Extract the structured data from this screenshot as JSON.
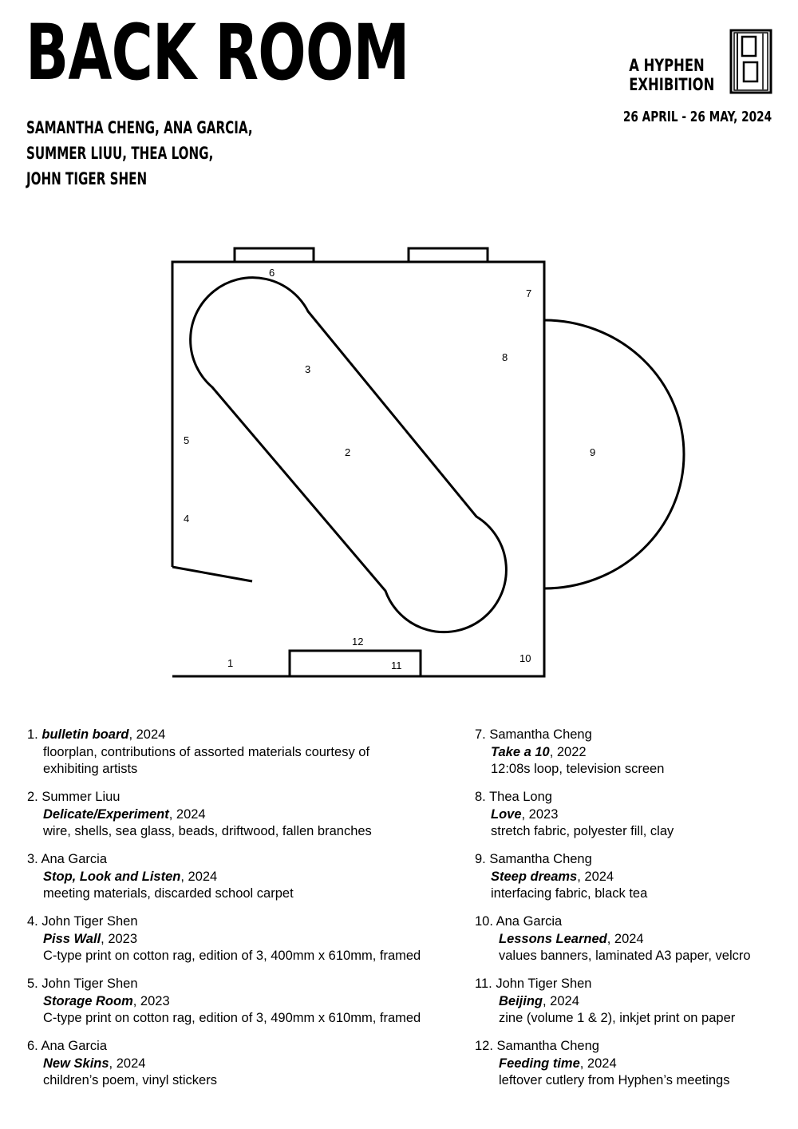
{
  "header": {
    "title": "BACK ROOM",
    "artists": [
      "SAMANTHA CHENG, ANA GARCIA,",
      "SUMMER LIUU, THEA LONG,",
      "JOHN TIGER SHEN"
    ],
    "exhibition_line1": "A HYPHEN",
    "exhibition_line2": "EXHIBITION",
    "dates": "26 APRIL - 26 MAY, 2024"
  },
  "floorplan_labels": {
    "n1": "1",
    "n2": "2",
    "n3": "3",
    "n4": "4",
    "n5": "5",
    "n6": "6",
    "n7": "7",
    "n8": "8",
    "n9": "9",
    "n10": "10",
    "n11": "11",
    "n12": "12"
  },
  "works": [
    {
      "num": "1.",
      "artist": "",
      "title": "bulletin board",
      "year": ", 2024",
      "materials": "floorplan, contributions of assorted materials courtesy of",
      "materials2": "exhibiting artists"
    },
    {
      "num": "2.",
      "artist": "Summer Liuu",
      "title": "Delicate/Experiment",
      "year": ", 2024",
      "materials": "wire, shells, sea glass, beads, driftwood, fallen branches"
    },
    {
      "num": "3.",
      "artist": "Ana Garcia",
      "title": "Stop, Look and Listen",
      "year": ", 2024",
      "materials": "meeting materials, discarded school carpet"
    },
    {
      "num": "4.",
      "artist": "John Tiger Shen",
      "title": "Piss Wall",
      "year": ", 2023",
      "materials": "C-type print on cotton rag, edition of 3, 400mm x 610mm, framed"
    },
    {
      "num": "5.",
      "artist": "John Tiger Shen",
      "title": "Storage Room",
      "year": ", 2023",
      "materials": "C-type print on cotton rag, edition of 3, 490mm x 610mm, framed"
    },
    {
      "num": "6.",
      "artist": "Ana Garcia",
      "title": "New Skins",
      "year": ", 2024",
      "materials": "children’s poem, vinyl stickers"
    },
    {
      "num": "7.",
      "artist": "Samantha Cheng",
      "title": "Take a 10",
      "year": ", 2022",
      "materials": "12:08s loop, television screen"
    },
    {
      "num": "8.",
      "artist": "Thea Long",
      "title": "Love",
      "year": ", 2023",
      "materials": "stretch fabric, polyester fill, clay"
    },
    {
      "num": "9.",
      "artist": "Samantha Cheng",
      "title": "Steep dreams",
      "year": ", 2024",
      "materials": "interfacing fabric, black tea"
    },
    {
      "num": "10.",
      "artist": "Ana Garcia",
      "title": "Lessons Learned",
      "year": ", 2024",
      "materials": "values banners, laminated A3 paper, velcro"
    },
    {
      "num": "11.",
      "artist": "John Tiger Shen",
      "title": "Beijing",
      "year": ", 2024",
      "materials": "zine (volume 1 & 2), inkjet print on paper"
    },
    {
      "num": "12.",
      "artist": "Samantha Cheng",
      "title": "Feeding time",
      "year": ", 2024",
      "materials": "leftover cutlery from Hyphen’s meetings"
    }
  ]
}
